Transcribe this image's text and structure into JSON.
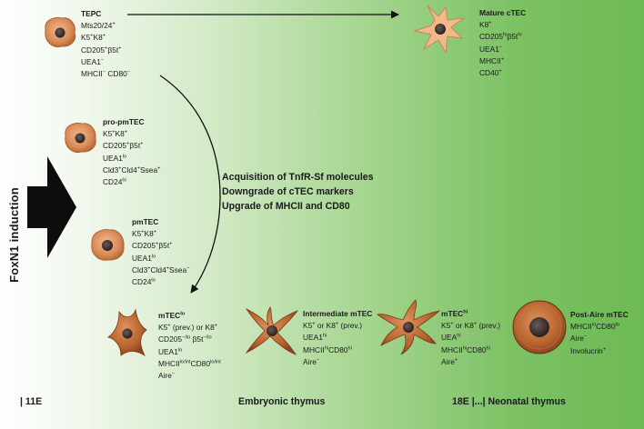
{
  "foxn1_label": "FoxN1 induction",
  "process_note": {
    "lines": [
      "Acquisition of TnfR-Sf molecules",
      "Downgrade of cTEC markers",
      "Upgrade of MHCII and CD80"
    ]
  },
  "timeline": {
    "e11": "| 11E",
    "embryonic": "Embryonic thymus",
    "neonatal": "18E |...| Neonatal thymus"
  },
  "cells": [
    {
      "id": "tepc",
      "title": "TEPC",
      "markers": [
        [
          "Mts20/24",
          "+"
        ],
        [
          "K5",
          "+",
          "K8",
          "+"
        ],
        [
          "CD205",
          "+",
          "β5t",
          "+"
        ],
        [
          "UEA1",
          "−"
        ],
        [
          "MHCII",
          "−",
          " CD80",
          "−"
        ]
      ]
    },
    {
      "id": "mature-ctec",
      "title": "Mature cTEC",
      "markers": [
        [
          "K8",
          "+"
        ],
        [
          "CD205",
          "hi",
          "β5t",
          "hi"
        ],
        [
          "UEA1",
          "−"
        ],
        [
          "MHCII",
          "+"
        ],
        [
          "CD40",
          "+"
        ]
      ]
    },
    {
      "id": "pro-pmtec",
      "title": "pro-pmTEC",
      "markers": [
        [
          "K5",
          "+",
          "K8",
          "+"
        ],
        [
          "CD205",
          "+",
          "β5t",
          "+"
        ],
        [
          "UEA1",
          "lo"
        ],
        [
          "Cld3",
          "+",
          "Cld4",
          "+",
          "Ssea",
          "+"
        ],
        [
          "CD24",
          "hi"
        ]
      ]
    },
    {
      "id": "pmtec",
      "title": "pmTEC",
      "markers": [
        [
          "K5",
          "+",
          "K8",
          "+"
        ],
        [
          "CD205",
          "+",
          "β5t",
          "+"
        ],
        [
          "UEA1",
          "lo"
        ],
        [
          "Cld3",
          "+",
          "Cld4",
          "+",
          "Ssea",
          "−"
        ],
        [
          "CD24",
          "lo"
        ]
      ]
    },
    {
      "id": "mtec-lo",
      "title": [
        "mTEC",
        "lo"
      ],
      "markers": [
        [
          "K5",
          "+",
          " (prev.) or K8",
          "+"
        ],
        [
          "CD205",
          "−/lo",
          " β5t",
          "−/lo"
        ],
        [
          "UEA1",
          "lo"
        ],
        [
          "MHCII",
          "lo/int",
          "CD80",
          "lo/int"
        ],
        [
          "Aire",
          "−"
        ]
      ]
    },
    {
      "id": "intermediate-mtec",
      "title": "Intermediate mTEC",
      "markers": [
        [
          "K5",
          "+",
          " or K8",
          "+",
          " (prev.)"
        ],
        [
          "UEA1",
          "hi"
        ],
        [
          "MHCII",
          "hi",
          "CD80",
          "hi"
        ],
        [
          "Aire",
          "−"
        ]
      ]
    },
    {
      "id": "mtec-hi",
      "title": [
        "mTEC",
        "hi"
      ],
      "markers": [
        [
          "K5",
          "+",
          " or K8",
          "+",
          " (prev.)"
        ],
        [
          "UEA",
          "hi"
        ],
        [
          "MHCII",
          "hi",
          "CD80",
          "hi"
        ],
        [
          "Aire",
          "+"
        ]
      ]
    },
    {
      "id": "post-aire-mtec",
      "title": "Post-Aire mTEC",
      "markers": [
        [
          "MHCII",
          "lo",
          "CD80",
          "lo"
        ],
        [
          "Aire",
          "−"
        ],
        [
          "Involucrin",
          "+"
        ]
      ]
    }
  ]
}
